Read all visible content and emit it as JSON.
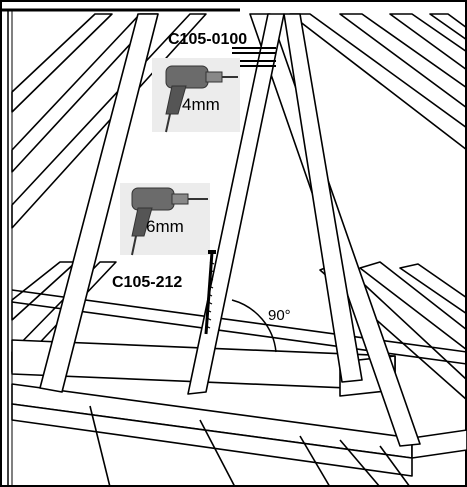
{
  "parts": {
    "screw_short": "C105-0100",
    "screw_long": "C105-212"
  },
  "drills": [
    {
      "size_label": "4mm",
      "icon": "drill-icon"
    },
    {
      "size_label": "6mm",
      "icon": "drill-icon"
    }
  ],
  "angle_label": "90°",
  "colors": {
    "line": "#000000",
    "background": "#ffffff",
    "drill_body": "#6b6b6b",
    "drill_bg": "#e9e9e9"
  }
}
